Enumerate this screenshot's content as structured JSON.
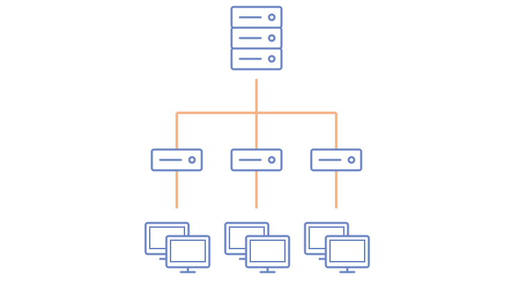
{
  "diagram": {
    "type": "network-topology",
    "colors": {
      "device_stroke": "#6b84c4",
      "link_stroke": "#f4b183",
      "background": "#ffffff"
    },
    "root": {
      "icon": "server-rack-icon",
      "units": 3
    },
    "branches": [
      {
        "switch_icon": "network-switch-icon",
        "clients_icon": "desktop-computers-icon",
        "client_count": 2
      },
      {
        "switch_icon": "network-switch-icon",
        "clients_icon": "desktop-computers-icon",
        "client_count": 2
      },
      {
        "switch_icon": "network-switch-icon",
        "clients_icon": "desktop-computers-icon",
        "client_count": 2
      }
    ]
  }
}
